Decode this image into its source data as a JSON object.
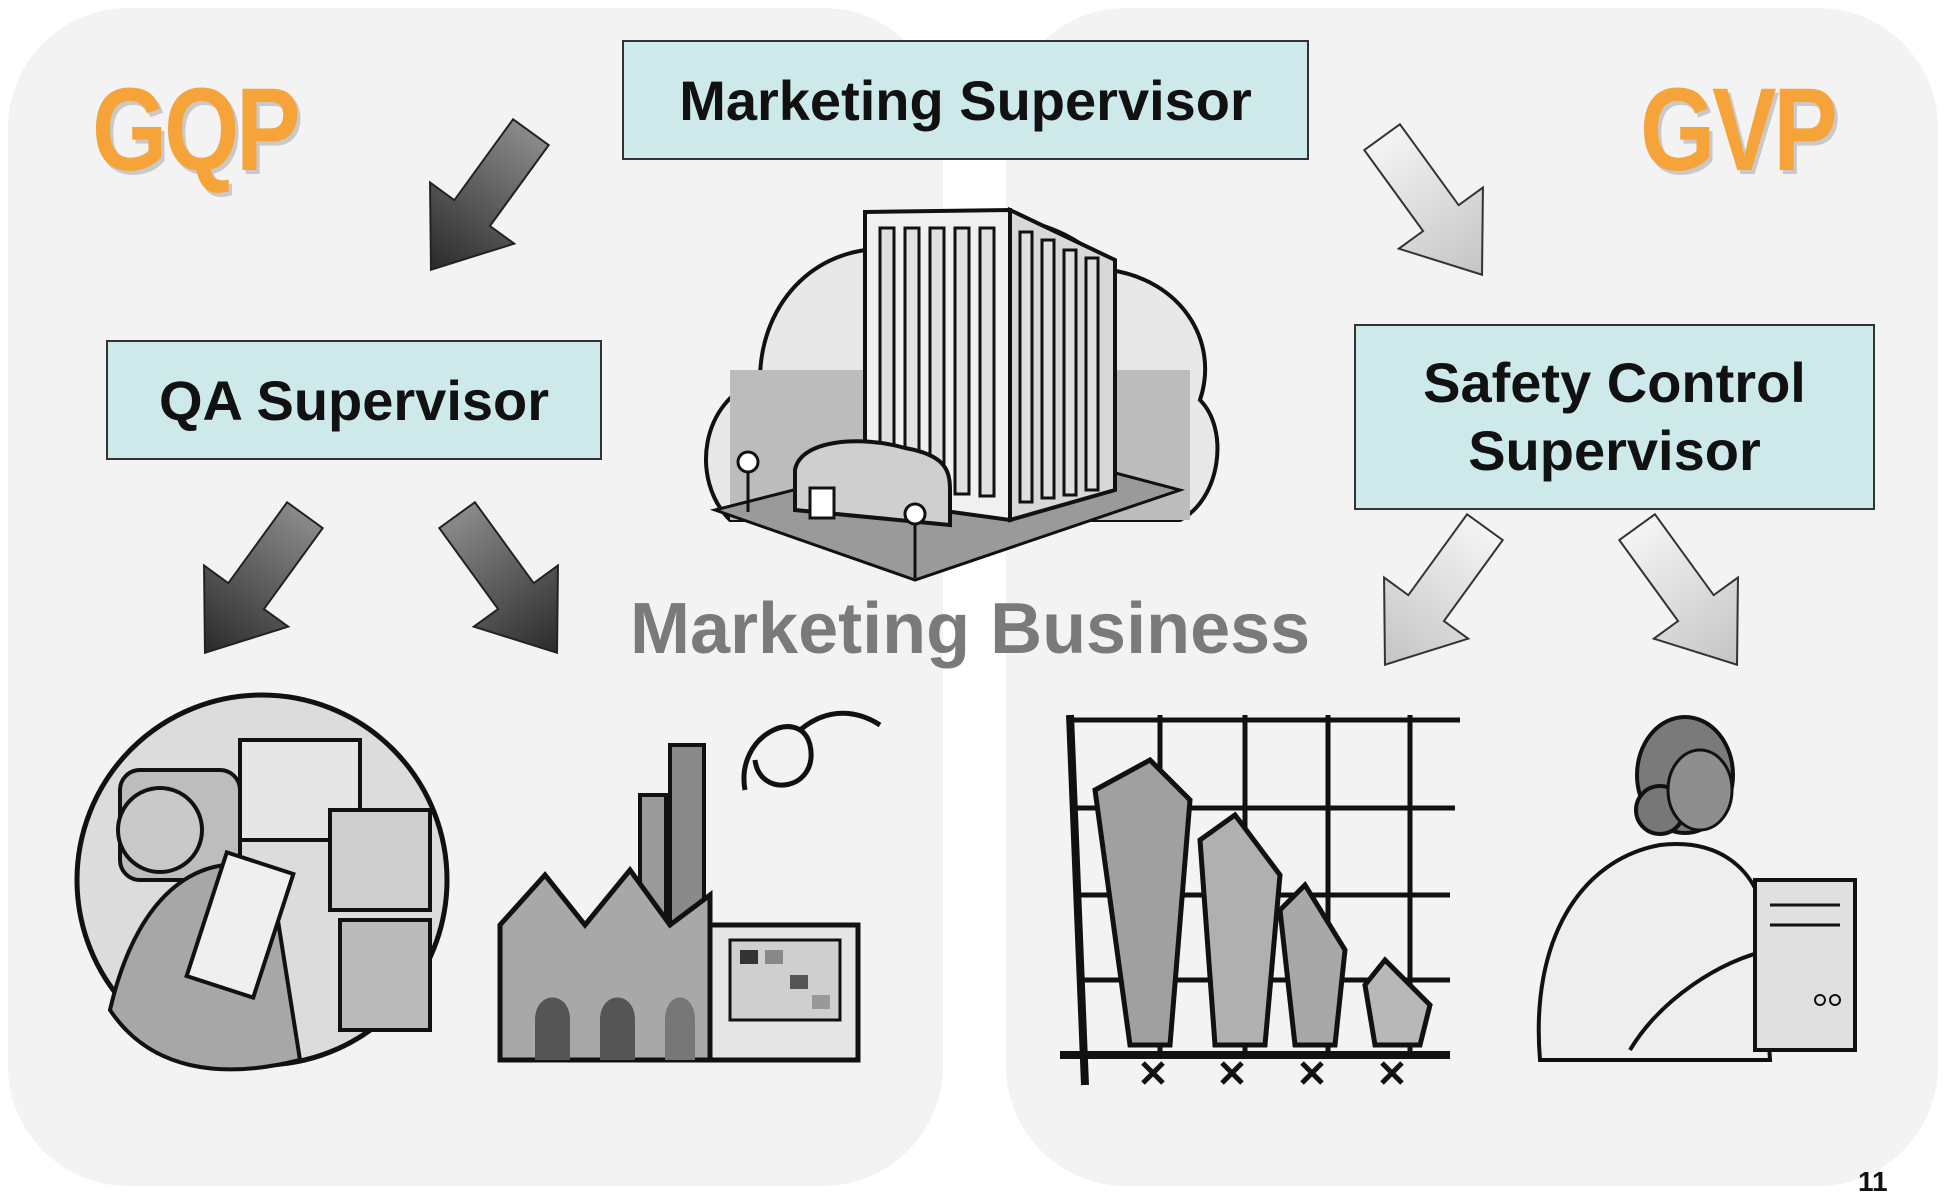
{
  "logos": {
    "left": "GQP",
    "right": "GVP"
  },
  "boxes": {
    "marketing": "Marketing Supervisor",
    "qa": "QA Supervisor",
    "safety_line1": "Safety Control",
    "safety_line2": "Supervisor"
  },
  "center_label": "Marketing Business",
  "page_number": "11",
  "colors": {
    "box_fill": "#cde9ea",
    "logo": "#f6a43a",
    "label_gray": "#7a7a7a"
  },
  "icons": [
    "office-building-icon",
    "warehouse-worker-icon",
    "factory-icon",
    "declining-buildings-chart-icon",
    "woman-computer-icon"
  ]
}
